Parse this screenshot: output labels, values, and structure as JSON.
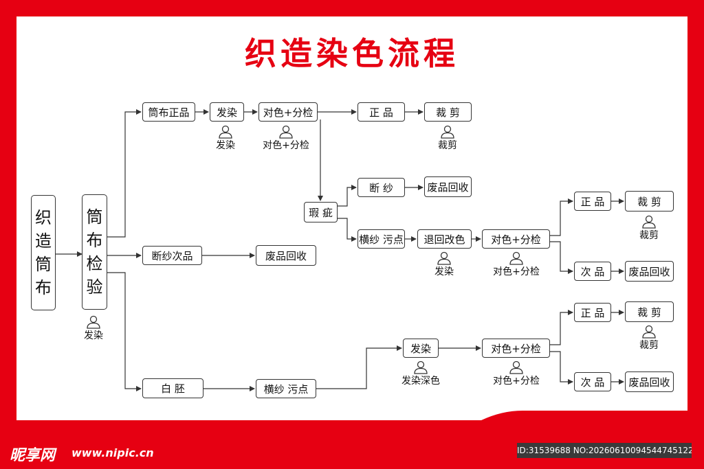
{
  "title": "织造染色流程",
  "nodes": {
    "weave": "织造筒布",
    "inspect": "筒布检验",
    "good_tube": "筒布正品",
    "dye1": "发染",
    "color_check1": "对色+分检",
    "good1": "正 品",
    "cut1": "裁 剪",
    "defect": "瑕 疵",
    "broken_yarn1": "断 纱",
    "waste1": "废品回收",
    "stain1": "横纱 污点",
    "redye": "退回改色",
    "color_check2": "对色+分检",
    "good2": "正 品",
    "cut2": "裁 剪",
    "second2": "次 品",
    "waste2": "废品回收",
    "broken_second": "断纱次品",
    "waste_mid": "废品回收",
    "grey": "白 胚",
    "stain2": "横纱 污点",
    "dye3": "发染",
    "color_check3": "对色+分检",
    "good3": "正 品",
    "cut3": "裁 剪",
    "second3": "次 品",
    "waste3": "废品回收"
  },
  "operators": {
    "inspect": "发染",
    "dye1": "发染",
    "color_check1": "对色+分检",
    "cut1": "裁剪",
    "redye": "发染",
    "color_check2": "对色+分检",
    "cut2": "裁剪",
    "dye3": "发染深色",
    "color_check3": "对色+分检",
    "cut3": "裁剪"
  },
  "footer": {
    "logo": "昵享网",
    "url": "www.nipic.cn",
    "id": "ID:31539688 NO:20260610094544745122"
  },
  "colors": {
    "accent": "#e60012",
    "line": "#333333",
    "footer_dark": "#3a3a3a"
  },
  "icons": {
    "operator": "person-icon"
  }
}
